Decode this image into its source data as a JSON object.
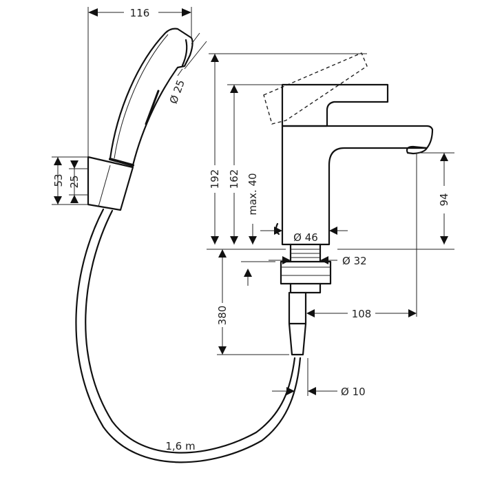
{
  "dimensions": {
    "shower_width": "116",
    "shower_head_diameter": "Ø 25",
    "holder_height": "53",
    "holder_inner": "25",
    "total_height": "192",
    "lever_height": "162",
    "max_thickness": "max. 40",
    "body_diameter": "Ø 46",
    "thread_diameter": "Ø 32",
    "spout_height": "94",
    "supply_length": "380",
    "spout_reach": "108",
    "hose_diameter": "Ø 10",
    "hose_length": "1,6 m"
  }
}
